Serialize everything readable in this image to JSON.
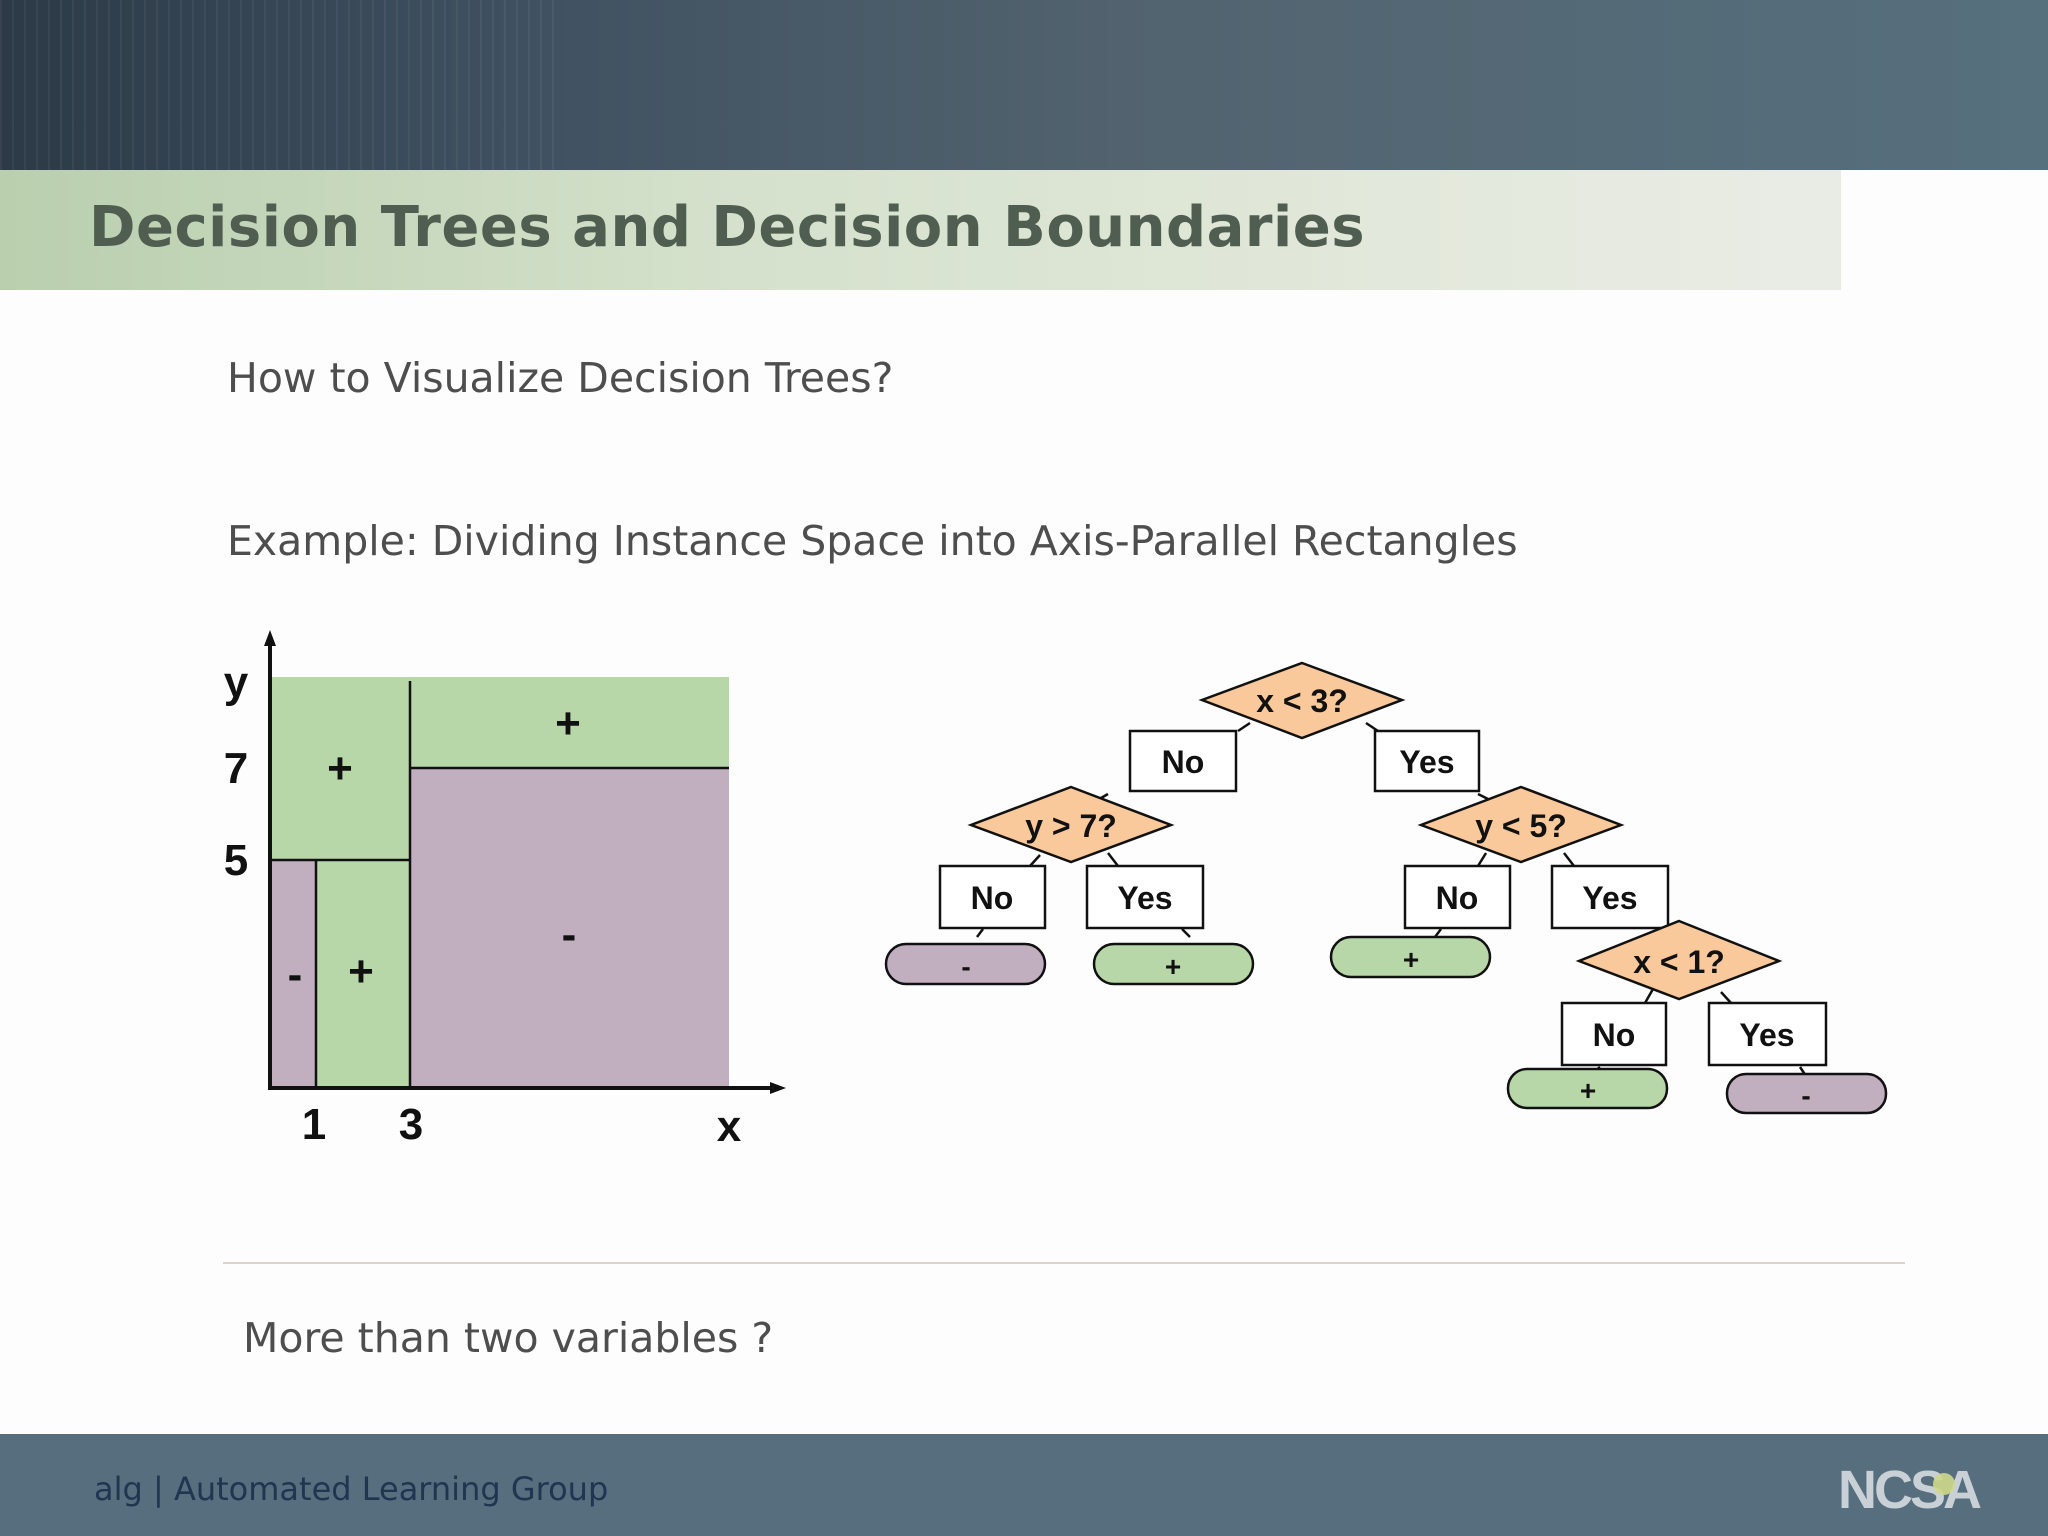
{
  "slide": {
    "title": "Decision Trees and Decision Boundaries",
    "question": "How to Visualize Decision Trees?",
    "example": "Example: Dividing Instance Space into Axis-Parallel Rectangles",
    "followup": "More than two variables ?"
  },
  "footer": {
    "text": "alg | Automated Learning Group",
    "logo_text": "NCSA"
  },
  "colors": {
    "positive": "#b7d7a8",
    "negative": "#c1afc0",
    "decision": "#f9c89b",
    "title_band": "#d5e1cc",
    "footer_bar": "#566e7e"
  },
  "plot": {
    "x_axis_label": "x",
    "y_axis_label": "y",
    "x_ticks": [
      "1",
      "3"
    ],
    "y_ticks": [
      "7",
      "5"
    ],
    "region_labels": {
      "top_left": "+",
      "top_right": "+",
      "bottom_left_negative": "-",
      "bottom_left_positive": "+",
      "right_negative": "-"
    }
  },
  "tree": {
    "root": "x < 3?",
    "left_test": "y > 7?",
    "right_test": "y < 5?",
    "deep_test": "x < 1?",
    "no": "No",
    "yes": "Yes",
    "plus": "+",
    "minus": "-"
  }
}
